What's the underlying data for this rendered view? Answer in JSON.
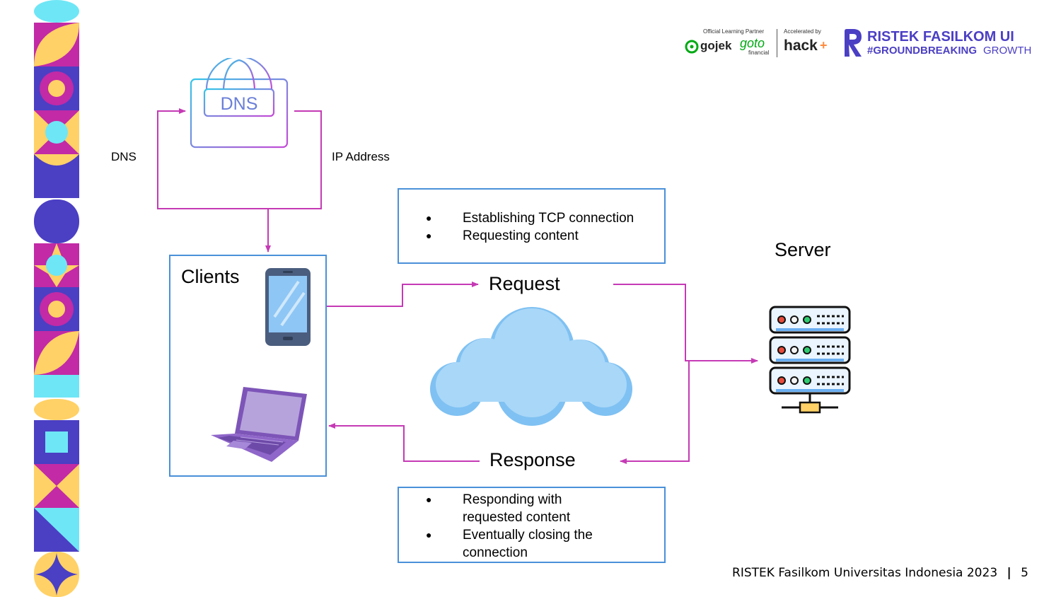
{
  "diagram": {
    "dns_label": "DNS",
    "ip_label": "IP Address",
    "dns_monitor_text": "DNS",
    "clients_label": "Clients",
    "server_label": "Server",
    "request_label": "Request",
    "response_label": "Response",
    "request_notes": [
      "Establishing TCP connection",
      "Requesting content"
    ],
    "response_notes": [
      "Responding with requested content",
      "Eventually closing the connection"
    ]
  },
  "header": {
    "official_partner": "Official Learning Partner",
    "gojek": "gojek",
    "goto": "goto",
    "goto_sub": "financial",
    "accelerated_by": "Accelerated by",
    "hack": "hack",
    "ristek_title": "RISTEK FASILKOM UI",
    "hashtag_bold": "#GROUNDBREAKING",
    "hashtag_light": "GROWTH"
  },
  "footer": {
    "text": "RISTEK Fasilkom Universitas Indonesia 2023",
    "separator": "|",
    "page_number": "5"
  },
  "colors": {
    "arrow": "#c53ab5",
    "box_border": "#4a90d9",
    "brand": "#4b3fc4",
    "cloud": "#9fd0f5"
  }
}
